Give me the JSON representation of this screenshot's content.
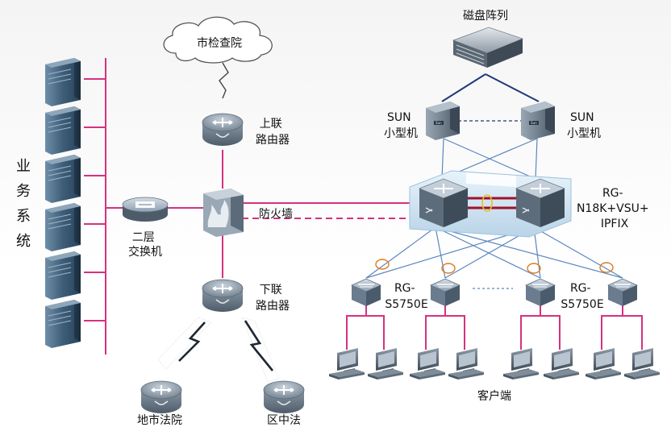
{
  "labels": {
    "business_system": "业务系统",
    "prosecutors_office": "市检查院",
    "upper_router": [
      "上联",
      "路由器"
    ],
    "lower_router": [
      "下联",
      "路由器"
    ],
    "firewall": "防火墙",
    "l2_switch": [
      "二层",
      "交换机"
    ],
    "disk_array": "磁盘阵列",
    "sun_left": [
      "SUN",
      "小型机"
    ],
    "sun_right": [
      "SUN",
      "小型机"
    ],
    "core_switch": [
      "RG-",
      "N18K+VSU+",
      "IPFIX"
    ],
    "access_left": [
      "RG-",
      "S5750E"
    ],
    "access_right": [
      "RG-",
      "S5750E"
    ],
    "clients": "客户端",
    "city_court": "地市法院",
    "district_court": "区中法"
  },
  "colors": {
    "link_pink": "#d6317f",
    "link_blue": "#5b86c0",
    "link_navy": "#1e3a78",
    "ring_orange": "#e07a1a",
    "ring_yellow": "#e6c020",
    "vsu_red": "#a0102a"
  },
  "icons": {
    "server": "server-tower-icon",
    "router": "router-icon",
    "switch": "switch-icon",
    "firewall": "firewall-icon",
    "cloud": "cloud-icon",
    "pc": "desktop-pc-icon",
    "storage": "disk-array-icon",
    "minicomputer": "minicomputer-icon",
    "lightning": "wan-link-icon"
  }
}
